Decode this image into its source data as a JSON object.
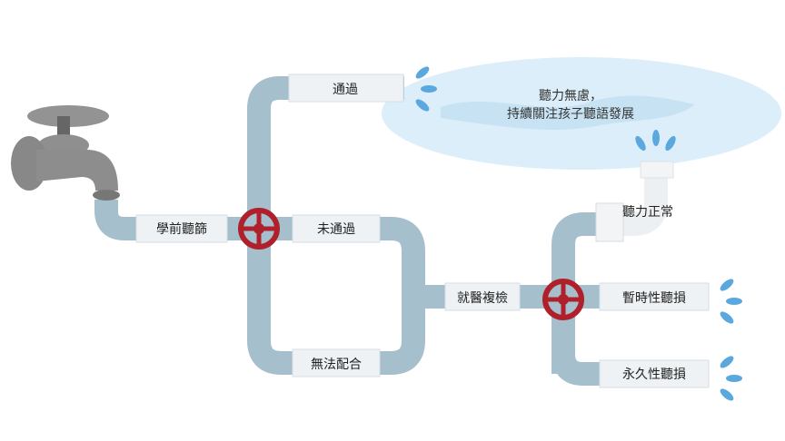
{
  "colors": {
    "pipe": "#a6bfcd",
    "pipe_dark": "#8eaabb",
    "sleeve": "#eef2f5",
    "valve": "#b0202a",
    "water": "#dceef9",
    "drop": "#5aa8de",
    "faucet": "#8a8a8a"
  },
  "labels": {
    "screening": "學前聽篩",
    "pass": "通過",
    "fail": "未通過",
    "unable": "無法配合",
    "referral": "就醫複檢",
    "normal": "聽力正常",
    "temporary": "暫時性聽損",
    "permanent": "永久性聽損"
  },
  "cloud": {
    "line1": "聽力無慮，",
    "line2": "持續關注孩子聽語發展"
  }
}
